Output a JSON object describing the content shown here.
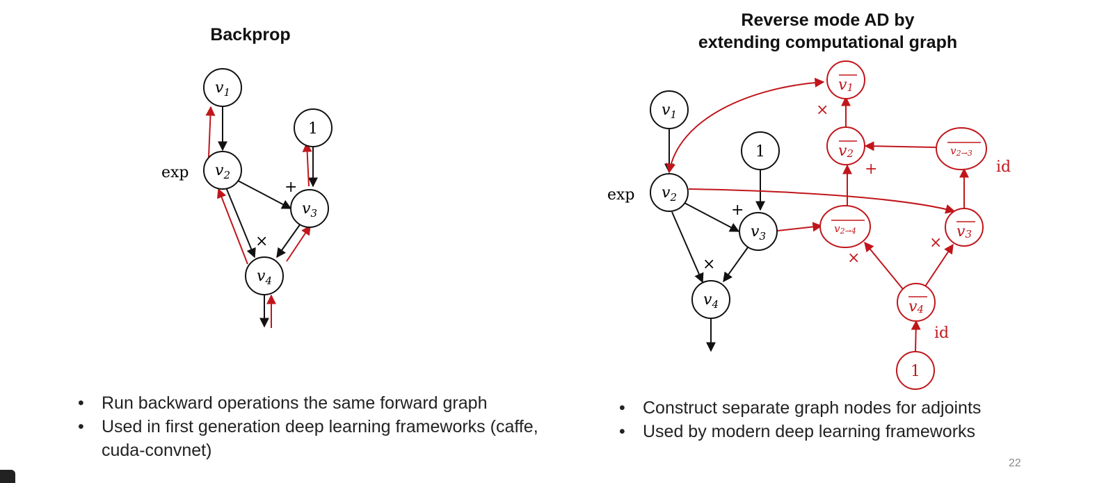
{
  "left": {
    "title": "Backprop",
    "nodes": {
      "v1": {
        "base": "v",
        "sub": "1"
      },
      "v2": {
        "base": "v",
        "sub": "2"
      },
      "v3": {
        "base": "v",
        "sub": "3"
      },
      "v4": {
        "base": "v",
        "sub": "4"
      },
      "one": "1"
    },
    "ops": {
      "exp": "exp",
      "plus": "+",
      "times": "×"
    },
    "bullets": [
      "Run backward operations the same forward graph",
      "Used in first generation deep learning frameworks (caffe, cuda-convnet)"
    ]
  },
  "right": {
    "title_line1": "Reverse mode AD by",
    "title_line2": "extending computational graph",
    "nodes": {
      "v1": {
        "base": "v",
        "sub": "1"
      },
      "v2": {
        "base": "v",
        "sub": "2"
      },
      "v3": {
        "base": "v",
        "sub": "3"
      },
      "v4": {
        "base": "v",
        "sub": "4"
      },
      "one": "1"
    },
    "adjoints": {
      "v1bar": {
        "base": "v",
        "sub": "1"
      },
      "v2bar": {
        "base": "v",
        "sub": "2"
      },
      "v23bar": {
        "base": "v",
        "sub": "2→3"
      },
      "v24bar": {
        "base": "v",
        "sub": "2→4"
      },
      "v3bar": {
        "base": "v",
        "sub": "3"
      },
      "v4bar": {
        "base": "v",
        "sub": "4"
      },
      "one": "1"
    },
    "ops": {
      "exp": "exp",
      "plus": "+",
      "times": "×",
      "id": "id"
    },
    "bullets": [
      "Construct separate graph nodes for adjoints",
      "Used by modern deep learning frameworks"
    ]
  },
  "page_number": "22",
  "colors": {
    "black": "#111111",
    "red": "#c0161b"
  }
}
